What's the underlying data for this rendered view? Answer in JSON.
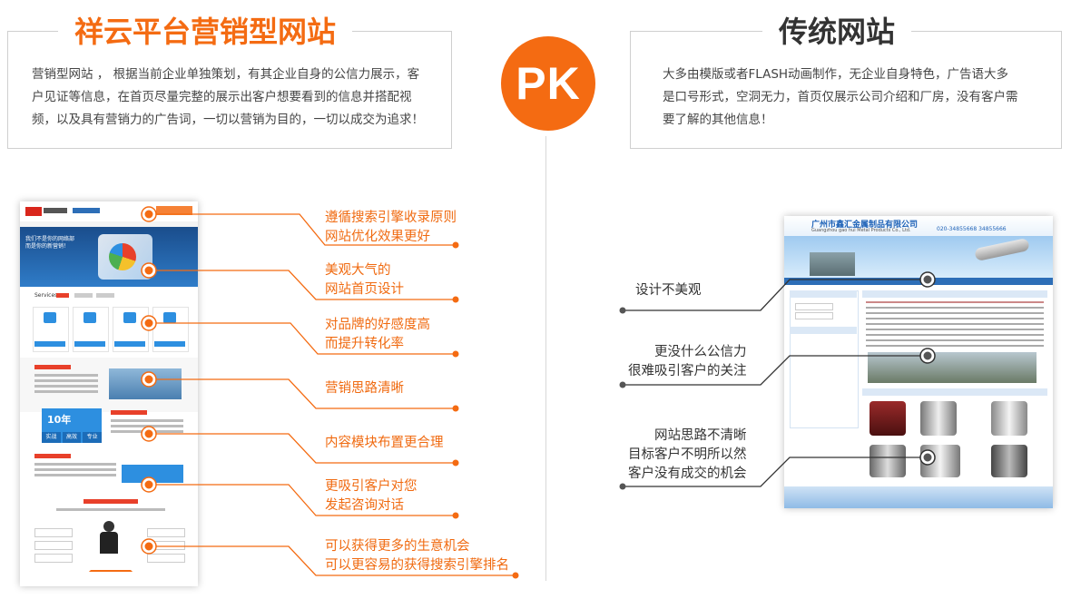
{
  "left_box": {
    "title": "祥云平台营销型网站",
    "text_lines": [
      "营销型网站 ， 根据当前企业单独策划，有其企业自身的公信力展示，客",
      "户见证等信息，在首页尽量完整的展示出客户想要看到的信息并搭配视",
      "频，以及具有营销力的广告词，一切以营销为目的，一切以成交为追求！"
    ]
  },
  "right_box": {
    "title": "传统网站",
    "text_lines": [
      "大多由模版或者FLASH动画制作，无企业自身特色，广告语大多",
      "是口号形式，空洞无力，首页仅展示公司介绍和厂房，没有客户需",
      "要了解的其他信息！"
    ]
  },
  "pk_label": "PK",
  "features": [
    {
      "lines": [
        "遵循搜索引擎收录原则",
        "网站优化效果更好"
      ]
    },
    {
      "lines": [
        "美观大气的",
        "网站首页设计"
      ]
    },
    {
      "lines": [
        "对品牌的好感度高",
        "而提升转化率"
      ]
    },
    {
      "lines": [
        "营销思路清晰"
      ]
    },
    {
      "lines": [
        "内容模块布置更合理"
      ]
    },
    {
      "lines": [
        "更吸引客户对您",
        "发起咨询对话"
      ]
    },
    {
      "lines": [
        "可以获得更多的生意机会",
        "可以更容易的获得搜索引擎排名"
      ]
    }
  ],
  "traditional_points": [
    {
      "lines": [
        "设计不美观"
      ]
    },
    {
      "lines": [
        "更没什么公信力",
        "很难吸引客户的关注"
      ]
    },
    {
      "lines": [
        "网站思路不清晰",
        "目标客户不明所以然",
        "客户没有成交的机会"
      ]
    }
  ],
  "mock_marketing_site": {
    "services_label": "Services",
    "banner_text": "我们不是你的网络部 而是你的新营销！",
    "years": "10年",
    "tags": [
      "实战",
      "高效",
      "专业"
    ]
  },
  "mock_traditional_site": {
    "company_name": "广州市鑫汇金属制品有限公司",
    "company_en": "Guangzhou gao hui Metal Products Co., Ltd.",
    "phone": "020-34855668    34855666"
  },
  "colors": {
    "accent": "#f46b12",
    "dark": "#333333"
  }
}
